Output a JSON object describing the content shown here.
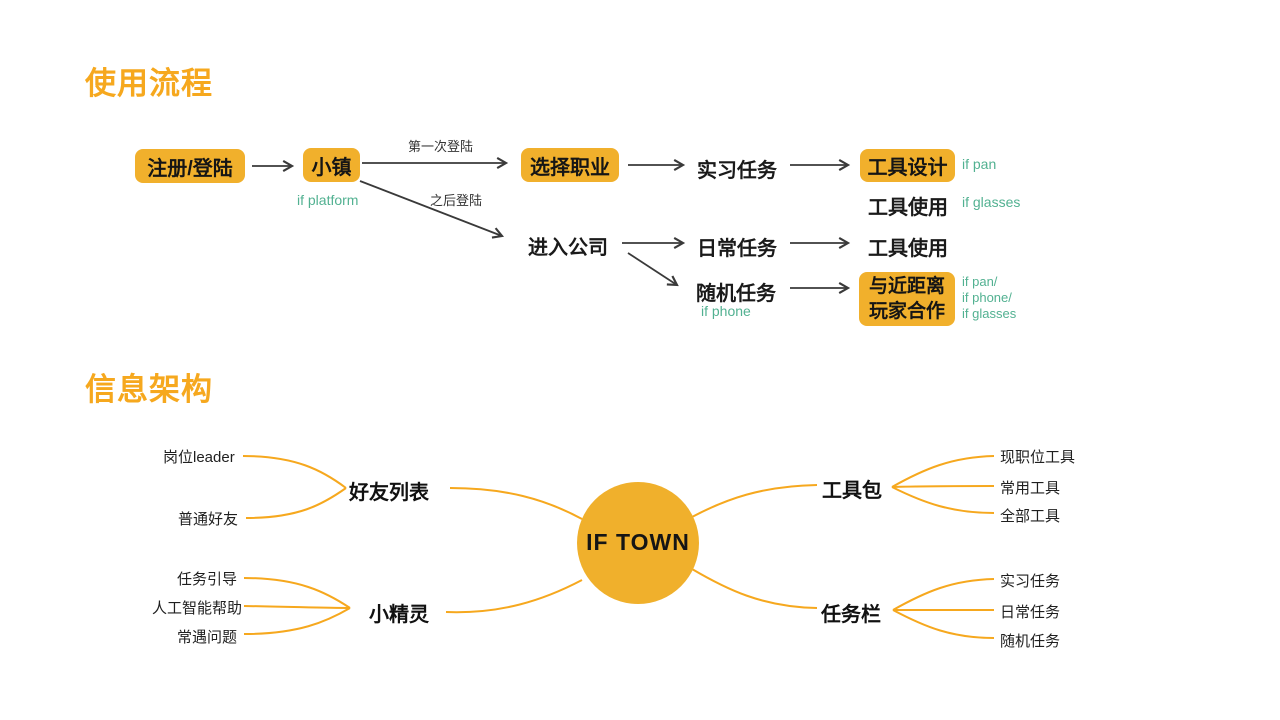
{
  "colors": {
    "accent_orange": "#F6A81E",
    "node_yellow": "#F1B02C",
    "teal_note": "#52B191",
    "arrow_gray": "#3A3A3A",
    "text_black": "#1a1a1a"
  },
  "flow": {
    "title": "使用流程",
    "nodes": {
      "register": "注册/登陆",
      "town": "小镇",
      "town_note": "if platform",
      "first_login": "第一次登陆",
      "later_login": "之后登陆",
      "choose_job": "选择职业",
      "intern_task": "实习任务",
      "tool_design": "工具设计",
      "tool_design_note": "if pan",
      "tool_use_1": "工具使用",
      "tool_use_1_note": "if glasses",
      "enter_company": "进入公司",
      "daily_task": "日常任务",
      "tool_use_2": "工具使用",
      "random_task": "随机任务",
      "random_task_note": "if phone",
      "coop_line1": "与近距离",
      "coop_line2": "玩家合作",
      "coop_notes": [
        "if pan/",
        "if phone/",
        "if glasses"
      ]
    }
  },
  "architecture": {
    "title": "信息架构",
    "center": "IF TOWN",
    "left": {
      "friend_list": {
        "label": "好友列表",
        "children": [
          "岗位leader",
          "普通好友"
        ]
      },
      "sprite": {
        "label": "小精灵",
        "children": [
          "任务引导",
          "人工智能帮助",
          "常遇问题"
        ]
      }
    },
    "right": {
      "toolkit": {
        "label": "工具包",
        "children": [
          "现职位工具",
          "常用工具",
          "全部工具"
        ]
      },
      "taskbar": {
        "label": "任务栏",
        "children": [
          "实习任务",
          "日常任务",
          "随机任务"
        ]
      }
    }
  }
}
